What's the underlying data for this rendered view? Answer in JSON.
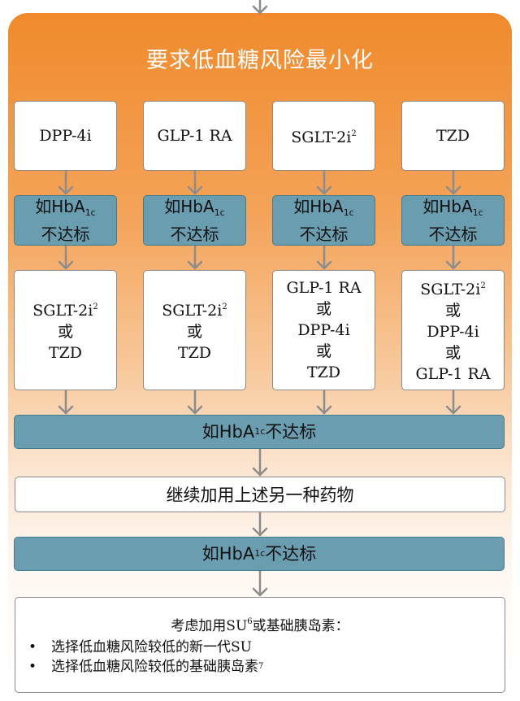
{
  "title": "要求低血糖风险最小化",
  "not_met": {
    "prefix": "如HbA",
    "sub": "1c",
    "suffix": "不达标"
  },
  "columns": [
    {
      "first": [
        {
          "t": "DPP-4i",
          "sup": ""
        }
      ],
      "second": [
        {
          "t": "SGLT-2i",
          "sup": "2"
        },
        {
          "t": "或",
          "sup": ""
        },
        {
          "t": "TZD",
          "sup": ""
        }
      ]
    },
    {
      "first": [
        {
          "t": "GLP-1 RA",
          "sup": ""
        }
      ],
      "second": [
        {
          "t": "SGLT-2i",
          "sup": "2"
        },
        {
          "t": "或",
          "sup": ""
        },
        {
          "t": "TZD",
          "sup": ""
        }
      ]
    },
    {
      "first": [
        {
          "t": "SGLT-2i",
          "sup": "2"
        }
      ],
      "second": [
        {
          "t": "GLP-1 RA",
          "sup": ""
        },
        {
          "t": "或",
          "sup": ""
        },
        {
          "t": "DPP-4i",
          "sup": ""
        },
        {
          "t": "或",
          "sup": ""
        },
        {
          "t": "TZD",
          "sup": ""
        }
      ]
    },
    {
      "first": [
        {
          "t": "TZD",
          "sup": ""
        }
      ],
      "second": [
        {
          "t": "SGLT-2i",
          "sup": "2"
        },
        {
          "t": "或",
          "sup": ""
        },
        {
          "t": "DPP-4i",
          "sup": ""
        },
        {
          "t": "或",
          "sup": ""
        },
        {
          "t": "GLP-1 RA",
          "sup": ""
        }
      ]
    }
  ],
  "continue_text": "继续加用上述另一种药物",
  "final": {
    "lead": "考虑加用SU",
    "lead_sup": "6",
    "lead_suffix": "或基础胰岛素：",
    "bullets": [
      {
        "text": "选择低血糖风险较低的新一代SU",
        "sup": ""
      },
      {
        "text": "选择低血糖风险较低的基础胰岛素",
        "sup": "7"
      }
    ]
  },
  "colors": {
    "orange": "#f08a2c",
    "teal": "#6a9db0",
    "arrow": "#8c8c8c"
  }
}
